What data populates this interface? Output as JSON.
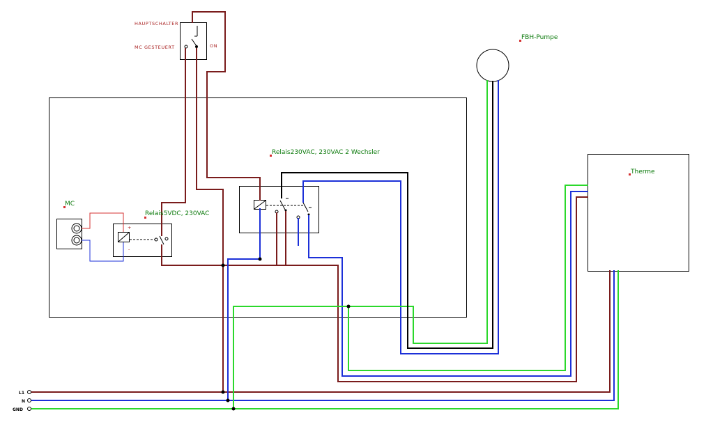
{
  "diagram": {
    "labels": {
      "hauptschalter": "HAUPTSCHALTER",
      "mc_gesteuert": "MC GESTEUERT",
      "on": "ON",
      "fbh_pumpe": "FBH-Pumpe",
      "relais_230vac": "Relais230VAC, 230VAC 2 Wechsler",
      "therme": "Therme",
      "mc": "MC",
      "relais_5vdc": "Relais5VDC, 230VAC",
      "coil_plus": "+",
      "coil_minus": "-"
    },
    "terminals": [
      "L1",
      "N",
      "GND"
    ],
    "colors": {
      "phase": "#7a1c1c",
      "neutral": "#1c30d8",
      "ground": "#2bd82b",
      "switched_black": "#000000",
      "signal_red": "#d43030",
      "label_green": "#0c7a0c",
      "label_red": "#a82020",
      "marker_red": "#d43030"
    }
  }
}
